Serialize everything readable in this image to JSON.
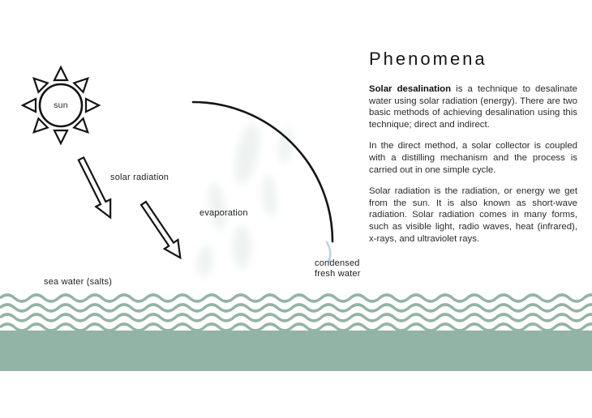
{
  "title": "Phenomena",
  "diagram": {
    "sun_label": "sun",
    "solar_radiation_label": "solar radiation",
    "evaporation_label": "evaporation",
    "condensed_line1": "condensed",
    "condensed_line2": "fresh water",
    "sea_water_label": "sea water (salts)",
    "icons": {
      "sun": "sun-icon",
      "radiation_arrows": "arrow-down-right-icon",
      "dome": "condensation-dome-arc-icon",
      "drop": "water-drop-icon",
      "waves": "sea-waves-icon"
    }
  },
  "article": {
    "heading": "Phenomena",
    "paragraph1_bold": "Solar desalination",
    "paragraph1_rest": " is a technique to desalinate water using solar radiation (energy). There are two basic methods of achieving desalination using this technique; direct and indirect.",
    "paragraph2": "In the direct method, a solar collector is coupled with a distilling mechanism and the process is carried out in one simple cycle.",
    "paragraph3": "Solar radiation is the radiation, or energy we get from the sun. It is also known as short-wave radiation. Solar radiation comes in many forms, such as visible light, radio waves, heat (infrared), x-rays, and ultraviolet rays."
  },
  "colors": {
    "sea_green": "#92b4a6",
    "ink": "#141414",
    "steam": "#dfe8e4",
    "water_drop": "#aecde0"
  }
}
